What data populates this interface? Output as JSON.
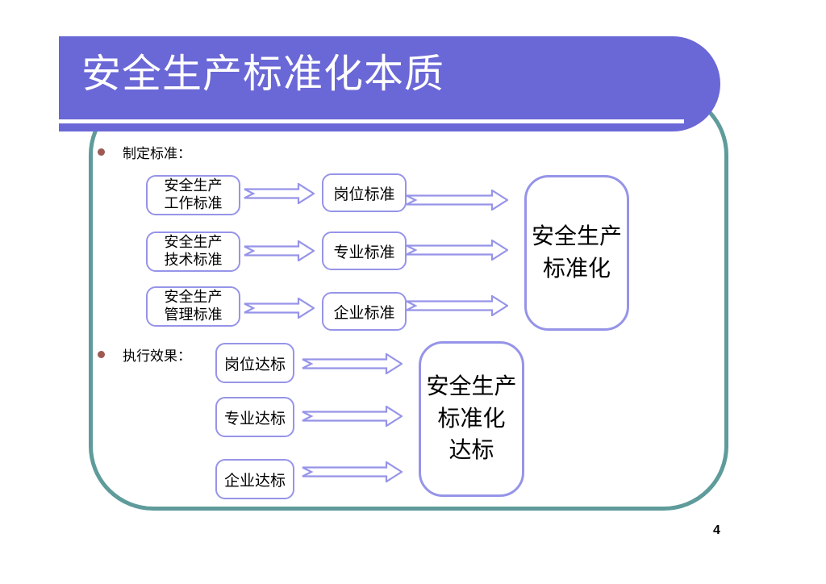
{
  "slide": {
    "title": "安全生产标准化本质",
    "page_number": "4"
  },
  "colors": {
    "banner_purple": "#6A67D6",
    "frame_teal": "#5F9B9B",
    "box_border_purple": "#9694E8",
    "bullet_maroon": "#9E5A54",
    "title_text": "#FFFFFF",
    "body_text": "#000000"
  },
  "sections": {
    "standards": {
      "bullet_label": "制定标准：",
      "rows": [
        {
          "source": "安全生产\n工作标准",
          "target": "岗位标准"
        },
        {
          "source": "安全生产\n技术标准",
          "target": "专业标准"
        },
        {
          "source": "安全生产\n管理标准",
          "target": "企业标准"
        }
      ],
      "result": "安全生产\n标准化"
    },
    "results": {
      "bullet_label": "执行效果：",
      "items": [
        "岗位达标",
        "专业达标",
        "企业达标"
      ],
      "result": "安全生产\n标准化\n达标"
    }
  }
}
